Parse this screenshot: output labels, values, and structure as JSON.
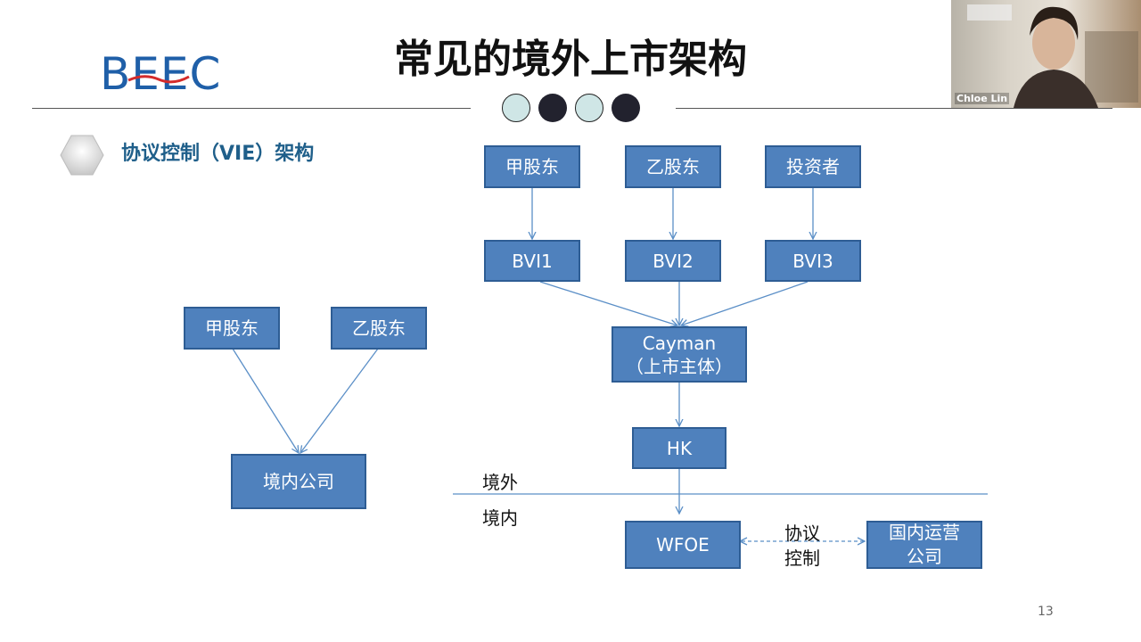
{
  "header": {
    "logo_text": "BEEC",
    "title": "常见的境外上市架构",
    "section_title": "协议控制（VIE）架构"
  },
  "video": {
    "participant_name": "Chloe Lin"
  },
  "left_diagram": {
    "shareholder_a": "甲股东",
    "shareholder_b": "乙股东",
    "domestic_company": "境内公司"
  },
  "right_diagram": {
    "shareholder_a": "甲股东",
    "shareholder_b": "乙股东",
    "investor": "投资者",
    "bvi1": "BVI1",
    "bvi2": "BVI2",
    "bvi3": "BVI3",
    "cayman_line1": "Cayman",
    "cayman_line2": "（上市主体）",
    "hk": "HK",
    "offshore_label": "境外",
    "onshore_label": "境内",
    "wfoe": "WFOE",
    "agreement_line1": "协议",
    "agreement_line2": "控制",
    "opco_line1": "国内运营",
    "opco_line2": "公司"
  },
  "footer": {
    "page_number": "13"
  },
  "colors": {
    "box_fill": "#4f81bd",
    "arrow": "#5b8fc7",
    "section_title": "#1f5f8a",
    "logo": "#1f5fa8"
  }
}
